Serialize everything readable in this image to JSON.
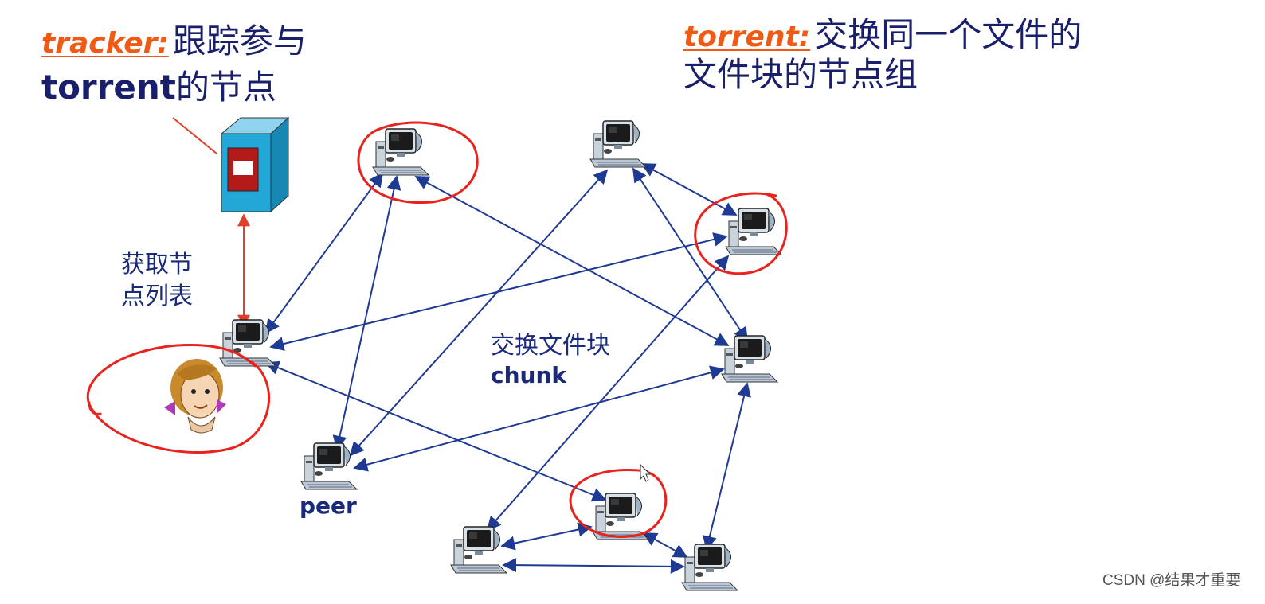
{
  "tracker_note": {
    "term": "tracker:",
    "desc_line1": "跟踪参与",
    "desc_line2_bold": "torrent",
    "desc_line2_rest": "的节点"
  },
  "torrent_note": {
    "term": "torrent:",
    "desc_line1": "交换同一个文件的",
    "desc_line2": "文件块的节点组"
  },
  "get_peer_list": {
    "line1": "获取节",
    "line2": "点列表"
  },
  "exchange_label": {
    "line1": "交换文件块",
    "line2": "chunk"
  },
  "peer_label": "peer",
  "watermark": "CSDN @结果才重要",
  "colors": {
    "navy_text": "#1a1f6b",
    "link_arrow": "#1f3a93",
    "tracker_link": "#e0402a",
    "highlight_circle": "#e8231e",
    "term_orange": "#f05a14",
    "server_body": "#22a7d6",
    "server_panel": "#b31b1b"
  },
  "icons": {
    "tracker": "tracker-server-icon",
    "peer": "peer-computer-icon",
    "user": "user-avatar-icon"
  }
}
